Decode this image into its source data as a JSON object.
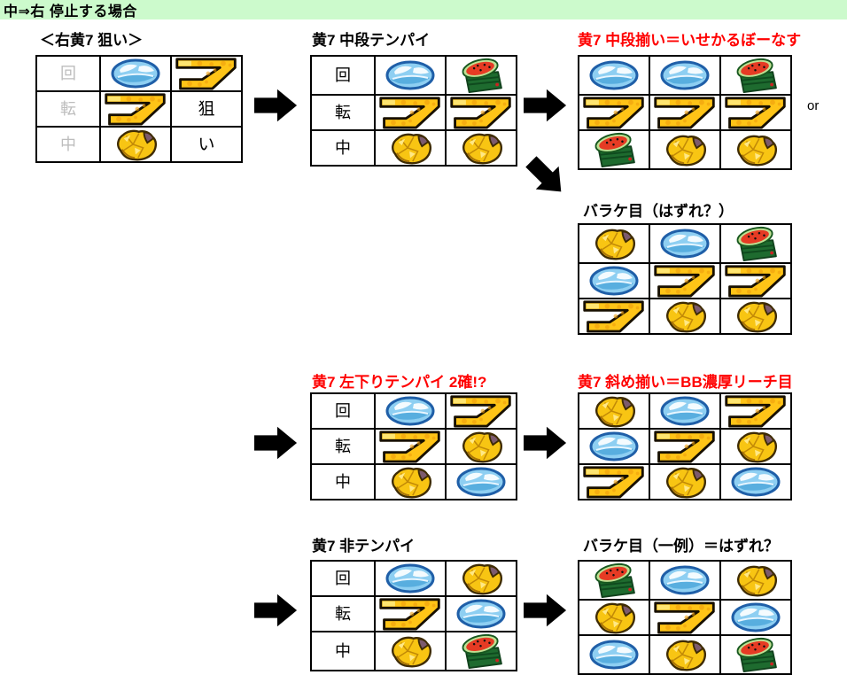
{
  "header": {
    "title": "中⇒右 停止する場合",
    "bg_color": "#ccfacc"
  },
  "or_label": "or",
  "colors": {
    "red_heading": "#ff0000",
    "gray_label": "#bdbdbd",
    "arrow": "#000000",
    "header_bg": "#ccfacc"
  },
  "symbols": {
    "replay": "blue-wave-oval-icon",
    "yellow7": "gold-seven-icon",
    "bell": "gold-nugget-icon",
    "watermelon": "watermelon-crate-icon"
  },
  "sections": {
    "aim": {
      "title": "＜右黄7 狙い＞",
      "red": false,
      "table": {
        "row_labels": [
          "回",
          "転",
          "中"
        ],
        "labels_gray": true,
        "cells": [
          [
            "replay",
            "yellow7"
          ],
          [
            "yellow7",
            {
              "text": "狙"
            }
          ],
          [
            "bell",
            {
              "text": "い"
            }
          ]
        ]
      }
    },
    "chudan_tenpai": {
      "title": "黄7 中段テンパイ",
      "red": false,
      "table": {
        "row_labels": [
          "回",
          "転",
          "中"
        ],
        "labels_gray": false,
        "cells": [
          [
            "replay",
            "watermelon"
          ],
          [
            "yellow7",
            "yellow7"
          ],
          [
            "bell",
            "bell"
          ]
        ]
      }
    },
    "chudan_soroi": {
      "title": "黄7 中段揃い＝いせかるぼーなす",
      "red": true,
      "table": {
        "row_labels": null,
        "cells": [
          [
            "replay",
            "replay",
            "watermelon"
          ],
          [
            "yellow7",
            "yellow7",
            "yellow7"
          ],
          [
            "watermelon",
            "bell",
            "bell"
          ]
        ]
      }
    },
    "barake1": {
      "title": "バラケ目（はずれ？）",
      "red": false,
      "table": {
        "row_labels": null,
        "cells": [
          [
            "bell",
            "replay",
            "watermelon"
          ],
          [
            "replay",
            "yellow7",
            "yellow7"
          ],
          [
            "yellow7",
            "bell",
            "bell"
          ]
        ]
      }
    },
    "hidarisagari_tenpai": {
      "title": "黄7 左下りテンパイ 2確!?",
      "red": true,
      "table": {
        "row_labels": [
          "回",
          "転",
          "中"
        ],
        "labels_gray": false,
        "cells": [
          [
            "replay",
            "yellow7"
          ],
          [
            "yellow7",
            "bell"
          ],
          [
            "bell",
            "replay"
          ]
        ]
      }
    },
    "naname_soroi": {
      "title": "黄7 斜め揃い＝BB濃厚リーチ目",
      "red": true,
      "table": {
        "row_labels": null,
        "cells": [
          [
            "bell",
            "replay",
            "yellow7"
          ],
          [
            "replay",
            "yellow7",
            "bell"
          ],
          [
            "yellow7",
            "bell",
            "replay"
          ]
        ]
      }
    },
    "hi_tenpai": {
      "title": "黄7 非テンパイ",
      "red": false,
      "table": {
        "row_labels": [
          "回",
          "転",
          "中"
        ],
        "labels_gray": false,
        "cells": [
          [
            "replay",
            "bell"
          ],
          [
            "yellow7",
            "replay"
          ],
          [
            "bell",
            "watermelon"
          ]
        ]
      }
    },
    "barake2": {
      "title": "バラケ目（一例）＝はずれ？",
      "red": false,
      "table": {
        "row_labels": null,
        "cells": [
          [
            "watermelon",
            "replay",
            "bell"
          ],
          [
            "bell",
            "yellow7",
            "replay"
          ],
          [
            "replay",
            "bell",
            "watermelon"
          ]
        ]
      }
    }
  }
}
